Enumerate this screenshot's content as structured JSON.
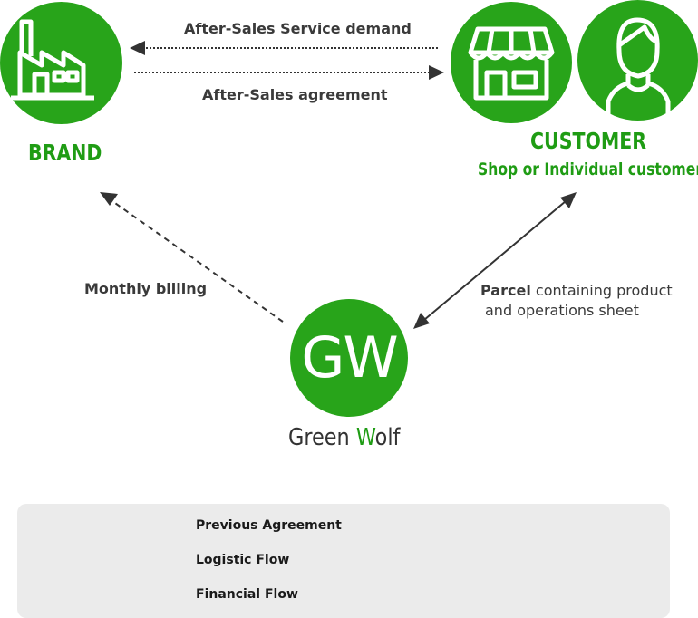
{
  "nodes": {
    "brand": {
      "label": "BRAND",
      "icon": "factory-icon"
    },
    "customer": {
      "label": "CUSTOMER",
      "sublabel": "Shop or Individual customer",
      "icons": [
        "shop-icon",
        "person-icon"
      ]
    },
    "green_wolf": {
      "logo_text": "GW",
      "name_part1": "Green ",
      "name_w": "W",
      "name_part2": "olf"
    }
  },
  "edges": {
    "service_demand": "After-Sales Service demand",
    "agreement": "After-Sales agreement",
    "billing": "Monthly billing",
    "parcel_bold": "Parcel",
    "parcel_rest_line1": " containing product",
    "parcel_line2": "and operations sheet"
  },
  "legend": {
    "items": [
      {
        "label": "Previous Agreement",
        "style": "dotted"
      },
      {
        "label": "Logistic Flow",
        "style": "solid"
      },
      {
        "label": "Financial Flow",
        "style": "dashed"
      }
    ]
  },
  "colors": {
    "brand_green": "#28a41a",
    "text_dark": "#3a3a3a",
    "legend_bg": "#ebebeb"
  }
}
